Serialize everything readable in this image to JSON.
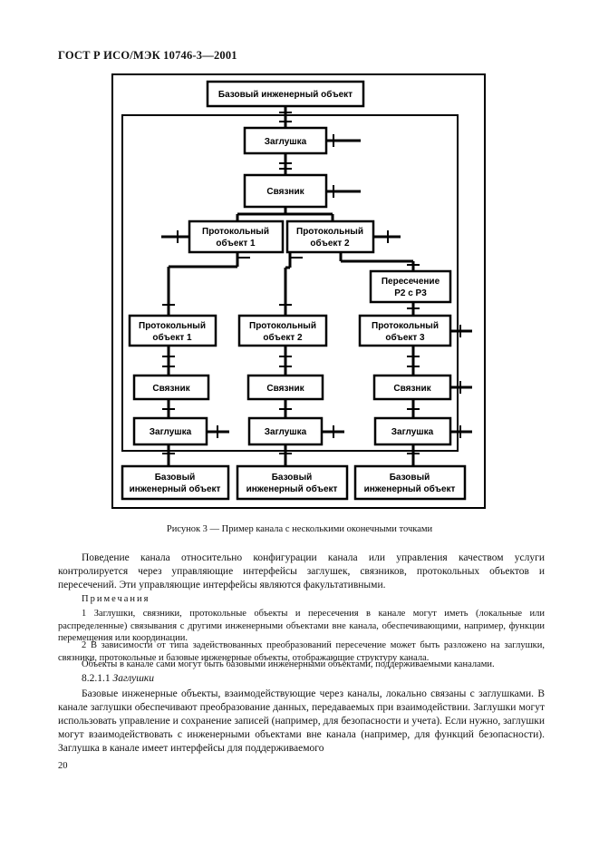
{
  "header": {
    "title": "ГОСТ Р ИСО/МЭК 10746-3—2001"
  },
  "diagram": {
    "top_object": "Базовый инженерный объект",
    "stub_top": "Заглушка",
    "binder_top": "Связник",
    "proto_upper_1": [
      "Протокольный",
      "объект 1"
    ],
    "proto_upper_2": [
      "Протокольный",
      "объект 2"
    ],
    "interceptor": [
      "Пересечение",
      "P2 с P3"
    ],
    "proto_lower_1": [
      "Протокольный",
      "объект 1"
    ],
    "proto_lower_2": [
      "Протокольный",
      "объект 2"
    ],
    "proto_lower_3": [
      "Протокольный",
      "объект 3"
    ],
    "binder_lower": [
      "Связник",
      "Связник",
      "Связник"
    ],
    "stub_lower": [
      "Заглушка",
      "Заглушка",
      "Заглушка"
    ],
    "base_lower": [
      [
        "Базовый",
        "инженерный объект"
      ],
      [
        "Базовый",
        "инженерный объект"
      ],
      [
        "Базовый",
        "инженерный объект"
      ]
    ]
  },
  "caption": "Рисунок 3 — Пример канала с несколькими оконечными точками",
  "paragraph1": "Поведение канала относительно конфигурации канала или управления качеством услуги контролируется через управляющие интерфейсы заглушек, связников, протокольных объектов и пересечений. Эти управляющие интерфейсы являются факультативными.",
  "notes_title": "Примечания",
  "note1": "1 Заглушки, связники, протокольные объекты и пересечения в канале могут иметь (локальные или распределенные) связывания с другими инженерными объектами вне канала, обеспечивающими, например, функции перемещения или координации.",
  "note2": "2 В зависимости от типа задействованных преобразований пересечение может быть разложено на заглушки, связники, протокольные и базовые инженерные объекты, отображающие структуру канала.",
  "paragraph2": "Объекты в канале сами могут быть базовыми инженерными объектами, поддерживаемыми каналами.",
  "section_number": "8.2.1.1",
  "section_title": "Заглушки",
  "paragraph3": "Базовые инженерные объекты, взаимодействующие через каналы, локально связаны с заглушками. В канале заглушки обеспечивают преобразование данных, передаваемых при взаимодействии. Заглушки могут использовать управление и сохранение записей (например, для безопасности и учета). Если нужно, заглушки могут взаимодействовать с инженерными объектами вне канала (например, для функций безопасности). Заглушка в канале имеет интерфейсы для поддерживаемого",
  "page_number": "20"
}
